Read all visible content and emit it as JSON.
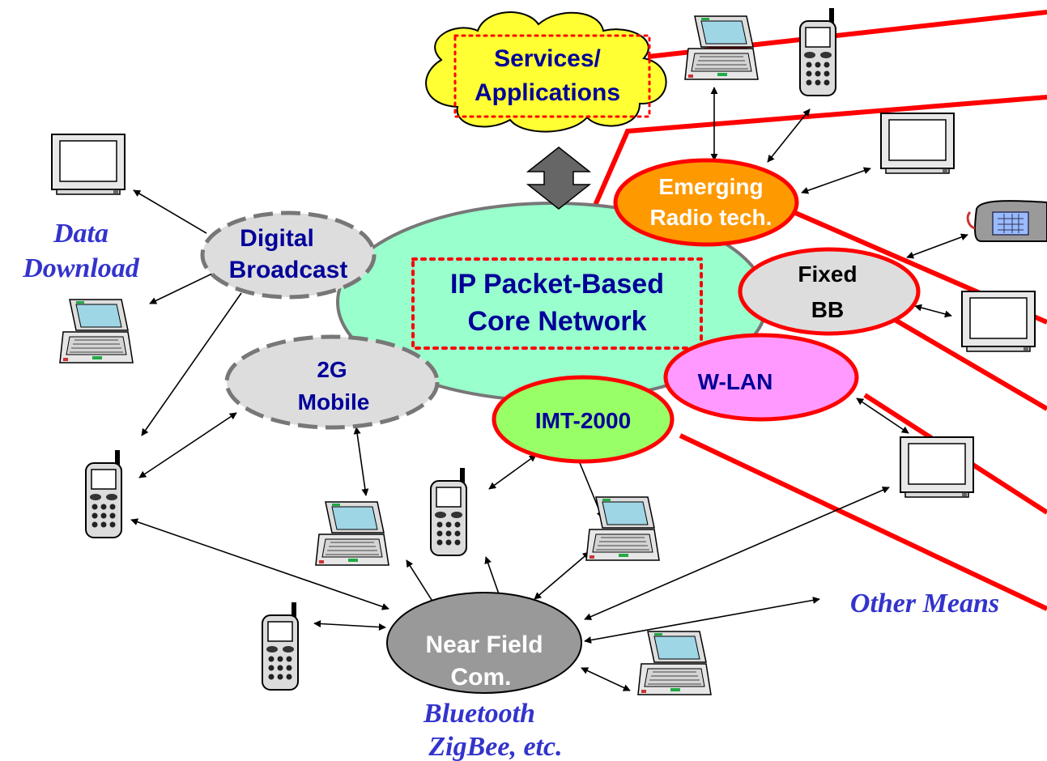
{
  "colors": {
    "core": "#99ffcc",
    "services": "#ffff33",
    "emerging": "#ff9900",
    "fixed": "#dddddd",
    "wlan": "#ff99ff",
    "imt": "#99ff66",
    "near_field": "#999999",
    "broadcast": "#dddddd",
    "mobile2g": "#dddddd",
    "red_line": "#ff0000",
    "label_blue": "#000099",
    "italic_blue": "#3333cc"
  },
  "core": {
    "line1": "IP Packet-Based",
    "line2": "Core Network"
  },
  "services": {
    "line1": "Services/",
    "line2": "Applications"
  },
  "emerging": {
    "line1": "Emerging",
    "line2": "Radio tech."
  },
  "fixed": {
    "line1": "Fixed",
    "line2": "BB"
  },
  "wlan": {
    "label": "W-LAN"
  },
  "imt": {
    "label": "IMT-2000"
  },
  "broadcast": {
    "line1": "Digital",
    "line2": "Broadcast"
  },
  "mobile2g": {
    "line1": "2G",
    "line2": "Mobile"
  },
  "near_field": {
    "line1": "Near Field",
    "line2": "Com."
  },
  "captions": {
    "data_line1": "Data",
    "data_line2": "Download",
    "other_means": "Other Means",
    "bt_line1": "Bluetooth",
    "bt_line2": "ZigBee, etc."
  },
  "icons": [
    "monitor-icon",
    "laptop-icon",
    "cell-phone-icon",
    "desk-phone-icon",
    "cloud-icon",
    "double-arrow-icon"
  ]
}
